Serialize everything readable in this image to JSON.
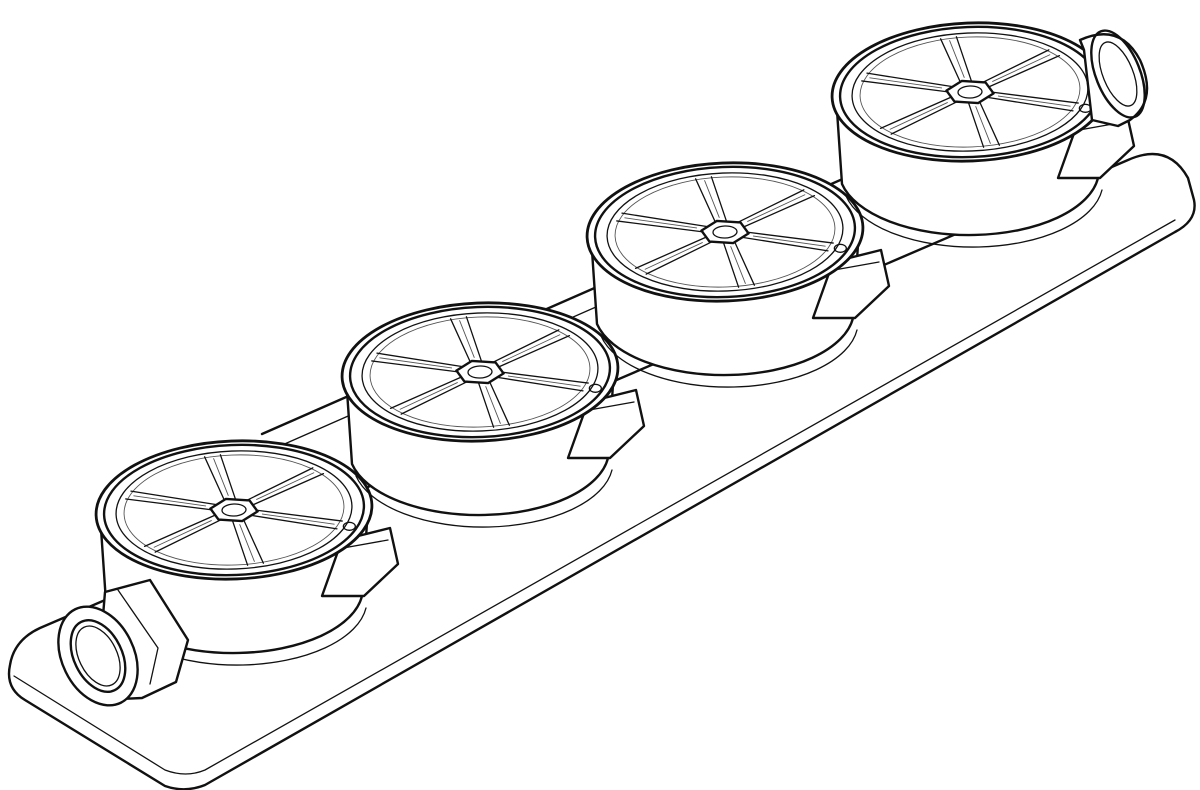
{
  "style": {
    "stroke_color": "#111111",
    "background_color": "#ffffff"
  },
  "parts": {
    "base_plate": "base-plate",
    "units": [
      "housing-unit-1",
      "housing-unit-2",
      "housing-unit-3",
      "housing-unit-4"
    ],
    "fittings": [
      "fitting-left",
      "fitting-right"
    ]
  }
}
